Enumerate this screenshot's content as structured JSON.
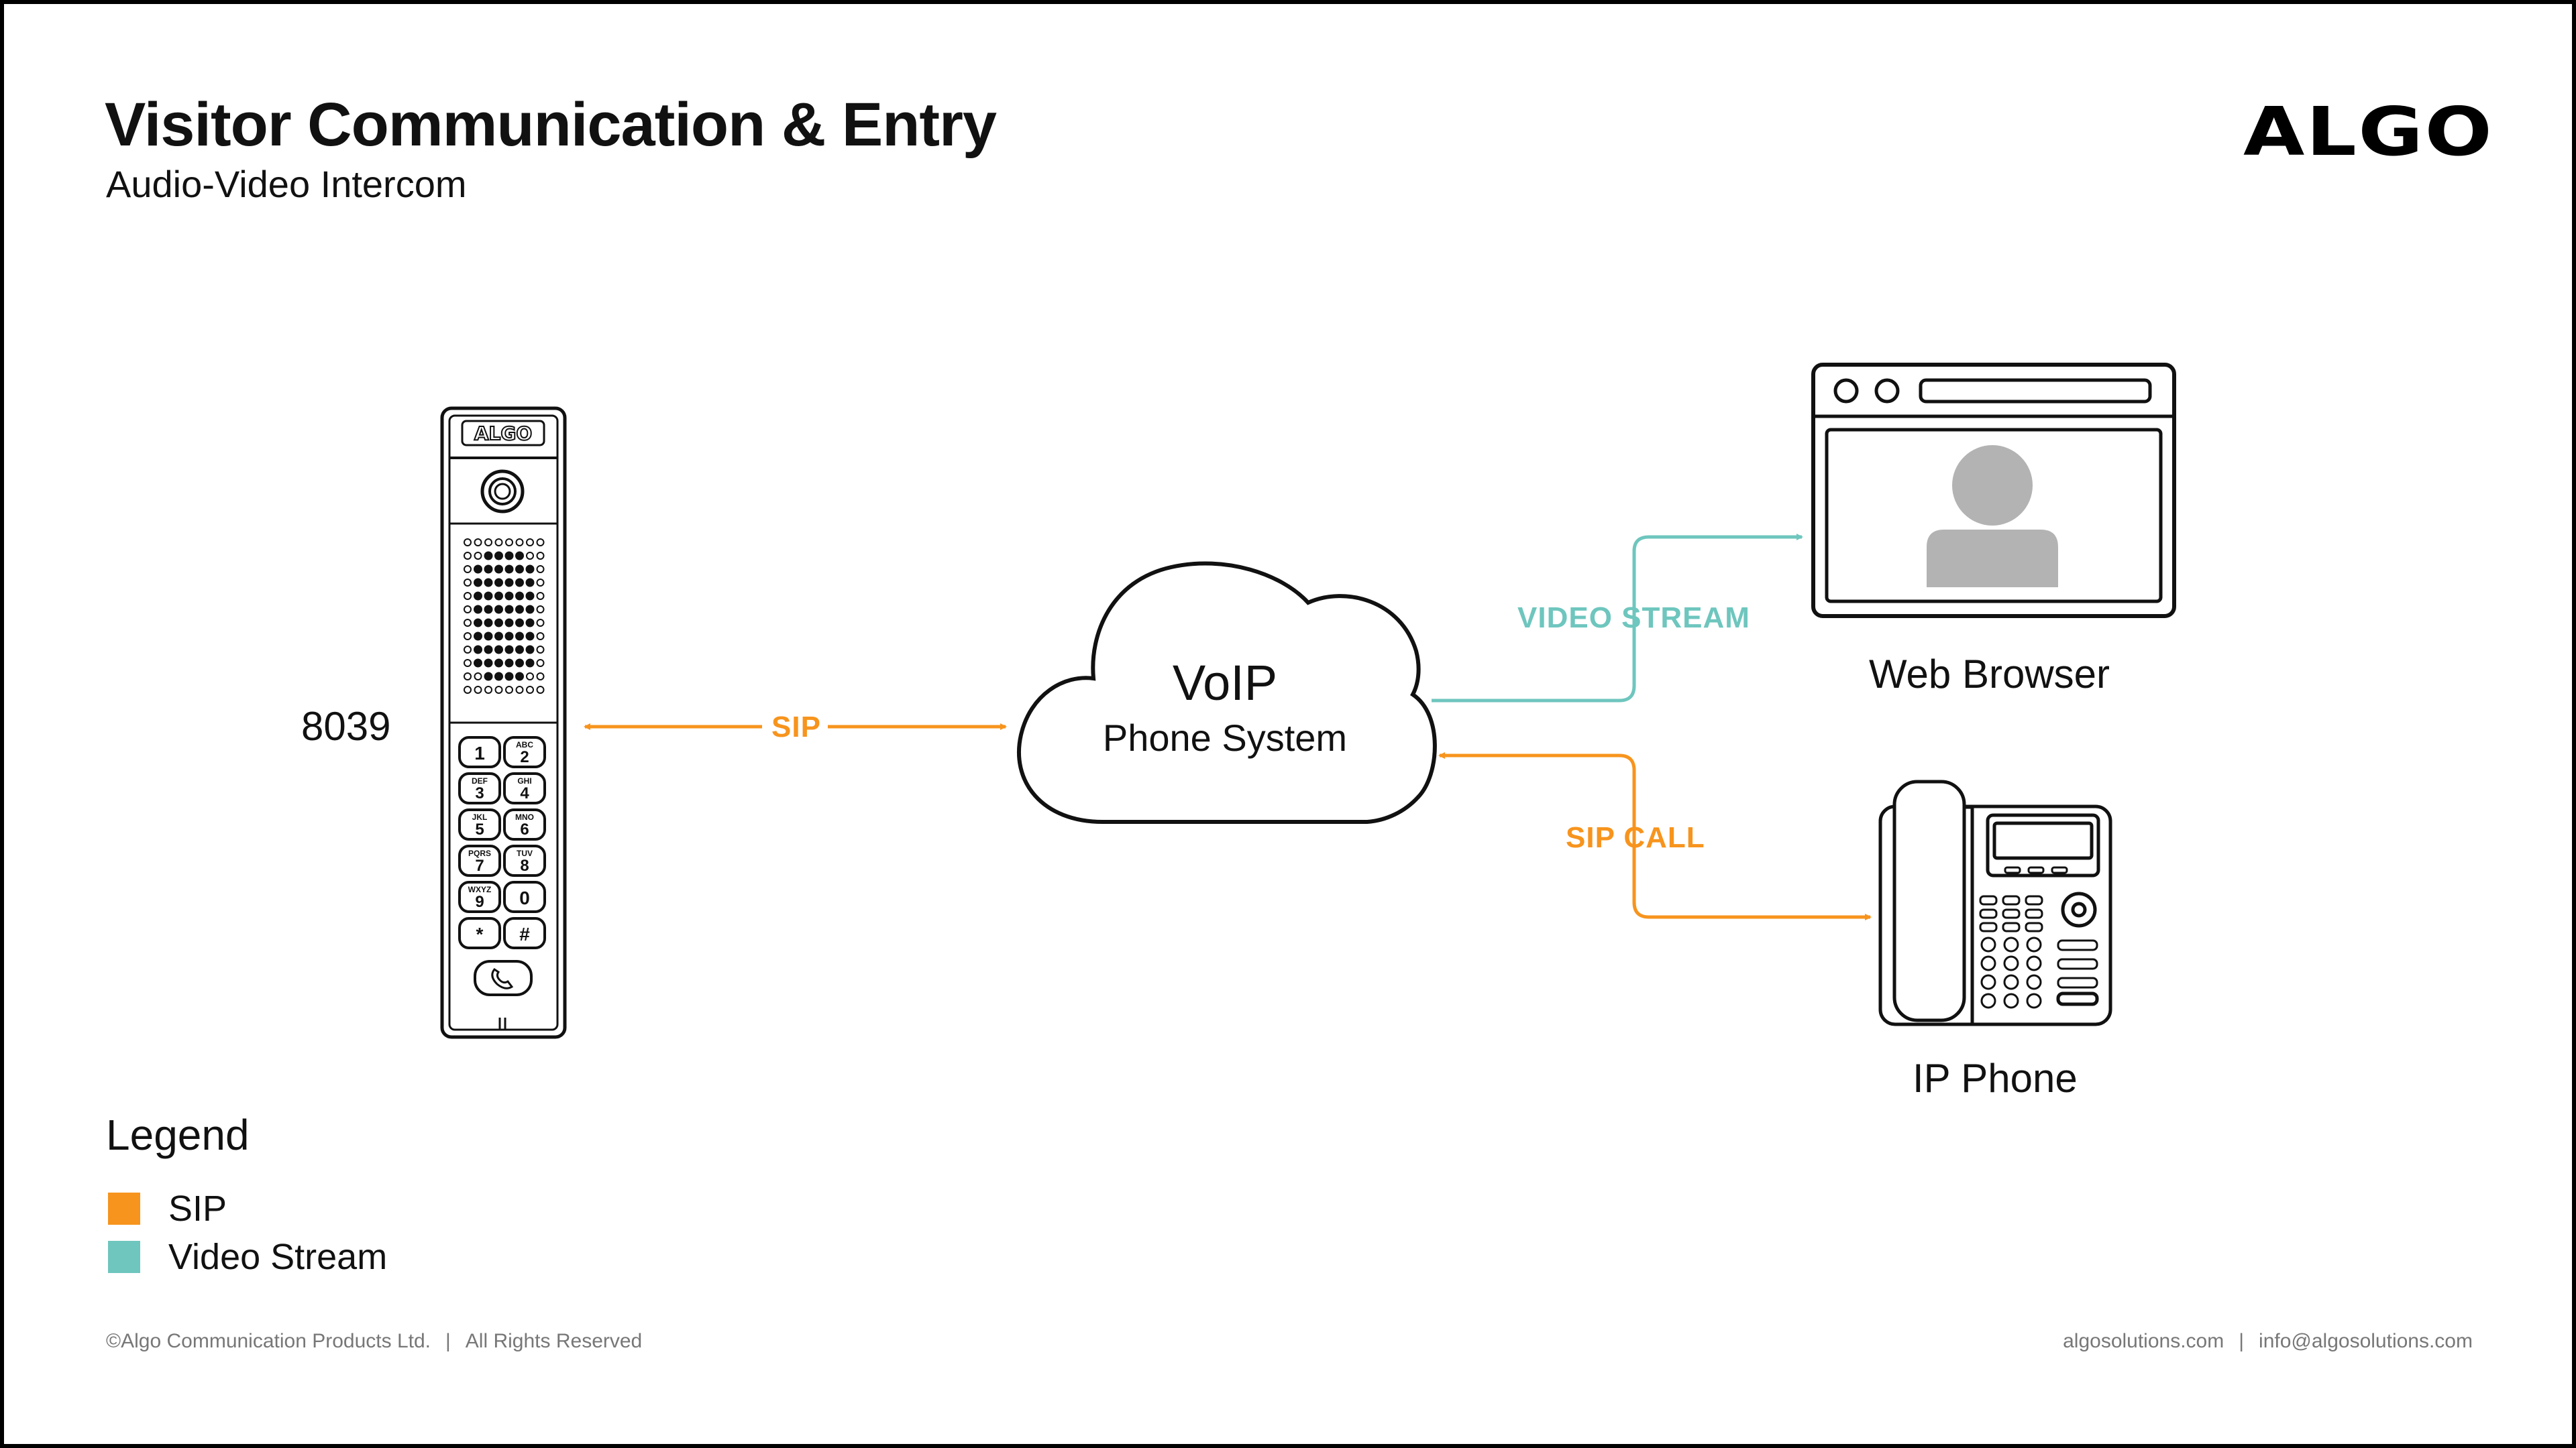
{
  "header": {
    "title": "Visitor Communication & Entry",
    "subtitle": "Audio-Video Intercom",
    "logo_text": "ALGO"
  },
  "nodes": {
    "intercom": {
      "label": "8039",
      "brand": "ALGO"
    },
    "cloud": {
      "title": "VoIP",
      "subtitle": "Phone System"
    },
    "browser": {
      "label": "Web Browser"
    },
    "phone": {
      "label": "IP Phone"
    }
  },
  "connections": {
    "sip": "SIP",
    "video_stream": "VIDEO STREAM",
    "sip_call": "SIP CALL"
  },
  "keypad": [
    {
      "digit": "1",
      "letters": ""
    },
    {
      "digit": "2",
      "letters": "ABC"
    },
    {
      "digit": "3",
      "letters": "DEF"
    },
    {
      "digit": "4",
      "letters": "GHI"
    },
    {
      "digit": "5",
      "letters": "JKL"
    },
    {
      "digit": "6",
      "letters": "MNO"
    },
    {
      "digit": "7",
      "letters": "PQRS"
    },
    {
      "digit": "8",
      "letters": "TUV"
    },
    {
      "digit": "9",
      "letters": "WXYZ"
    },
    {
      "digit": "0",
      "letters": ""
    },
    {
      "digit": "*",
      "letters": ""
    },
    {
      "digit": "#",
      "letters": ""
    }
  ],
  "legend": {
    "title": "Legend",
    "items": [
      {
        "label": "SIP",
        "color": "#F7941D"
      },
      {
        "label": "Video Stream",
        "color": "#6EC6BE"
      }
    ]
  },
  "footer": {
    "copyright": "©Algo Communication Products Ltd.",
    "rights": "All Rights Reserved",
    "website": "algosolutions.com",
    "email": "info@algosolutions.com"
  },
  "colors": {
    "sip": "#F7941D",
    "video": "#6EC6BE",
    "icon_gray": "#B3B3B3"
  }
}
